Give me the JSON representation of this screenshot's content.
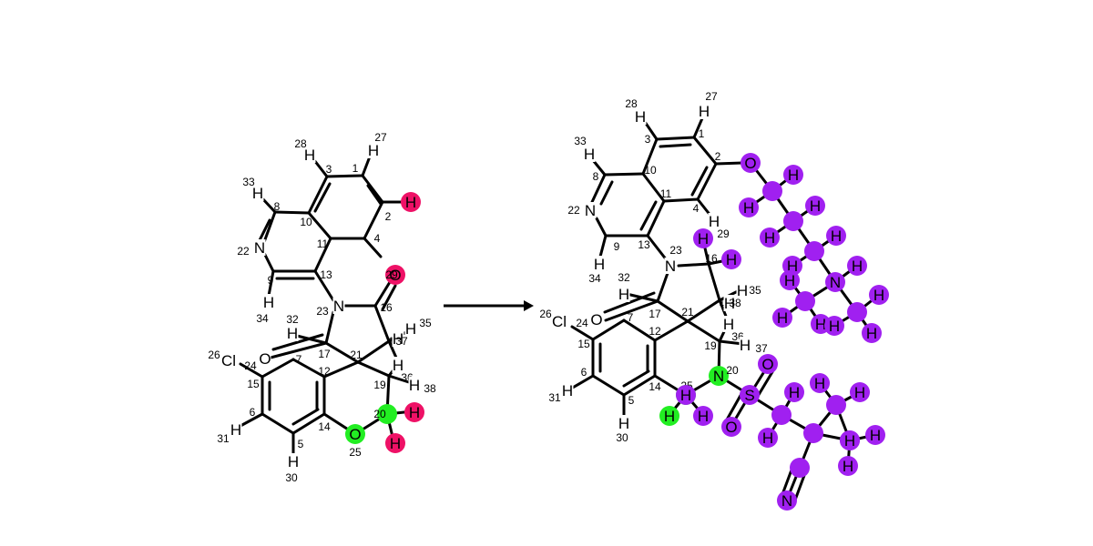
{
  "colors": {
    "mapped_atom": "#22ee22",
    "removed_atom": "#ee1166",
    "added_atom": "#a020f0",
    "bond": "#000000",
    "background": "#ffffff"
  },
  "reactant": {
    "atoms": [
      {
        "id": "r-C1",
        "symbol": "",
        "index": "1"
      },
      {
        "id": "r-C2",
        "symbol": "",
        "index": "2"
      },
      {
        "id": "r-C3",
        "symbol": "",
        "index": "3"
      },
      {
        "id": "r-C4",
        "symbol": "",
        "index": "4"
      },
      {
        "id": "r-C5",
        "symbol": "",
        "index": "5"
      },
      {
        "id": "r-C6",
        "symbol": "",
        "index": "6"
      },
      {
        "id": "r-C7",
        "symbol": "",
        "index": "7"
      },
      {
        "id": "r-C8",
        "symbol": "",
        "index": "8"
      },
      {
        "id": "r-C9",
        "symbol": "",
        "index": "9"
      },
      {
        "id": "r-C10",
        "symbol": "",
        "index": "10"
      },
      {
        "id": "r-C11",
        "symbol": "",
        "index": "11"
      },
      {
        "id": "r-C12",
        "symbol": "",
        "index": "12"
      },
      {
        "id": "r-C13",
        "symbol": "",
        "index": "13"
      },
      {
        "id": "r-C14",
        "symbol": "",
        "index": "14"
      },
      {
        "id": "r-C15",
        "symbol": "",
        "index": "15"
      },
      {
        "id": "r-C16",
        "symbol": "",
        "index": "16"
      },
      {
        "id": "r-C17",
        "symbol": "",
        "index": "17"
      },
      {
        "id": "r-C18",
        "symbol": "",
        "index": "18"
      },
      {
        "id": "r-C19",
        "symbol": "",
        "index": "19"
      },
      {
        "id": "r-C20",
        "symbol": "",
        "index": "20",
        "highlight": "mapped"
      },
      {
        "id": "r-C21",
        "symbol": "",
        "index": "21"
      },
      {
        "id": "r-N22",
        "symbol": "N",
        "index": "22"
      },
      {
        "id": "r-N23",
        "symbol": "N",
        "index": "23"
      },
      {
        "id": "r-C24",
        "symbol": "",
        "index": "24"
      },
      {
        "id": "r-O25",
        "symbol": "O",
        "index": "25",
        "highlight": "mapped"
      },
      {
        "id": "r-Cl26",
        "symbol": "Cl",
        "index": "26"
      },
      {
        "id": "r-H27",
        "symbol": "H",
        "index": "27"
      },
      {
        "id": "r-H28",
        "symbol": "H",
        "index": "28"
      },
      {
        "id": "r-H30",
        "symbol": "H",
        "index": "30"
      },
      {
        "id": "r-H31",
        "symbol": "H",
        "index": "31"
      },
      {
        "id": "r-H32",
        "symbol": "H",
        "index": "32"
      },
      {
        "id": "r-H33",
        "symbol": "H",
        "index": "33"
      },
      {
        "id": "r-H34",
        "symbol": "H",
        "index": "34"
      },
      {
        "id": "r-H35",
        "symbol": "H",
        "index": "35"
      },
      {
        "id": "r-H36",
        "symbol": "H",
        "index": "36"
      },
      {
        "id": "r-H37",
        "symbol": "H",
        "index": "37"
      },
      {
        "id": "r-H38",
        "symbol": "H",
        "index": "38"
      },
      {
        "id": "r-Hx1",
        "symbol": "H",
        "index": "",
        "highlight": "removed"
      },
      {
        "id": "r-Hx2",
        "symbol": "H",
        "index": "",
        "highlight": "removed"
      },
      {
        "id": "r-Hx3",
        "symbol": "H",
        "index": "",
        "highlight": "removed"
      },
      {
        "id": "r-Ox",
        "symbol": "O",
        "index": "29",
        "highlight": "removed"
      },
      {
        "id": "r-O7",
        "symbol": "O",
        "index": ""
      }
    ]
  },
  "arrow": {
    "label": ""
  },
  "product": {
    "atoms": [
      {
        "id": "p-C1",
        "symbol": "",
        "index": "1"
      },
      {
        "id": "p-C2",
        "symbol": "",
        "index": "2"
      },
      {
        "id": "p-C3",
        "symbol": "",
        "index": "3"
      },
      {
        "id": "p-C4",
        "symbol": "",
        "index": "4"
      },
      {
        "id": "p-C5",
        "symbol": "",
        "index": "5"
      },
      {
        "id": "p-C6",
        "symbol": "",
        "index": "6"
      },
      {
        "id": "p-C7",
        "symbol": "",
        "index": "7"
      },
      {
        "id": "p-C8",
        "symbol": "",
        "index": "8"
      },
      {
        "id": "p-C9",
        "symbol": "",
        "index": "9"
      },
      {
        "id": "p-C10",
        "symbol": "",
        "index": "10"
      },
      {
        "id": "p-C11",
        "symbol": "",
        "index": "11"
      },
      {
        "id": "p-C12",
        "symbol": "",
        "index": "12"
      },
      {
        "id": "p-C13",
        "symbol": "",
        "index": "13"
      },
      {
        "id": "p-C14",
        "symbol": "",
        "index": "14"
      },
      {
        "id": "p-C15",
        "symbol": "",
        "index": "15"
      },
      {
        "id": "p-C16",
        "symbol": "",
        "index": "16"
      },
      {
        "id": "p-C17",
        "symbol": "",
        "index": "17"
      },
      {
        "id": "p-C18",
        "symbol": "",
        "index": "18"
      },
      {
        "id": "p-C19",
        "symbol": "",
        "index": "19"
      },
      {
        "id": "p-N20",
        "symbol": "N",
        "index": "20",
        "highlight": "mapped"
      },
      {
        "id": "p-C21",
        "symbol": "",
        "index": "21"
      },
      {
        "id": "p-N22",
        "symbol": "N",
        "index": "22"
      },
      {
        "id": "p-N23",
        "symbol": "N",
        "index": "23"
      },
      {
        "id": "p-C24",
        "symbol": "",
        "index": "24"
      },
      {
        "id": "p-C25",
        "symbol": "",
        "index": "25",
        "highlight": "mapped"
      },
      {
        "id": "p-Cl26",
        "symbol": "Cl",
        "index": "26"
      },
      {
        "id": "p-H27",
        "symbol": "H",
        "index": "27"
      },
      {
        "id": "p-H28",
        "symbol": "H",
        "index": "28"
      },
      {
        "id": "p-H29",
        "symbol": "H",
        "index": "29"
      },
      {
        "id": "p-H30",
        "symbol": "H",
        "index": "30"
      },
      {
        "id": "p-H31",
        "symbol": "H",
        "index": "31"
      },
      {
        "id": "p-H32",
        "symbol": "H",
        "index": "32"
      },
      {
        "id": "p-H33",
        "symbol": "H",
        "index": "33"
      },
      {
        "id": "p-H34",
        "symbol": "H",
        "index": "34"
      },
      {
        "id": "p-H35",
        "symbol": "H",
        "index": "35"
      },
      {
        "id": "p-H36",
        "symbol": "H",
        "index": "36"
      },
      {
        "id": "p-H37",
        "symbol": "H",
        "index": "37"
      },
      {
        "id": "p-H38",
        "symbol": "H",
        "index": "38"
      },
      {
        "id": "p-O7",
        "symbol": "O",
        "index": ""
      },
      {
        "id": "p-O2",
        "symbol": "O",
        "index": "",
        "highlight": "added"
      },
      {
        "id": "p-S",
        "symbol": "S",
        "index": "",
        "highlight": "added"
      },
      {
        "id": "p-SO1",
        "symbol": "O",
        "index": "",
        "highlight": "added"
      },
      {
        "id": "p-SO2",
        "symbol": "O",
        "index": "",
        "highlight": "added"
      },
      {
        "id": "p-Nnit",
        "symbol": "N",
        "index": "",
        "highlight": "added"
      },
      {
        "id": "p-Nam",
        "symbol": "N",
        "index": "",
        "highlight": "added"
      },
      {
        "id": "p-Cnit",
        "symbol": "",
        "index": "",
        "highlight": "added"
      },
      {
        "id": "p-Cq",
        "symbol": "",
        "index": "",
        "highlight": "added"
      },
      {
        "id": "p-Ccp1",
        "symbol": "",
        "index": "",
        "highlight": "added"
      },
      {
        "id": "p-Ccp2",
        "symbol": "",
        "index": "",
        "highlight": "added"
      },
      {
        "id": "p-Cch2",
        "symbol": "",
        "index": "",
        "highlight": "added"
      },
      {
        "id": "p-Ca1",
        "symbol": "",
        "index": "",
        "highlight": "added"
      },
      {
        "id": "p-Ca2",
        "symbol": "",
        "index": "",
        "highlight": "added"
      },
      {
        "id": "p-Ca3",
        "symbol": "",
        "index": "",
        "highlight": "added"
      },
      {
        "id": "p-Cm1",
        "symbol": "",
        "index": "",
        "highlight": "added"
      },
      {
        "id": "p-Cm2",
        "symbol": "",
        "index": "",
        "highlight": "added"
      },
      {
        "id": "p-Ha1",
        "symbol": "H",
        "index": "",
        "highlight": "added"
      },
      {
        "id": "p-Ha2",
        "symbol": "H",
        "index": "",
        "highlight": "added"
      },
      {
        "id": "p-Ha3",
        "symbol": "H",
        "index": "",
        "highlight": "added"
      },
      {
        "id": "p-Ha4",
        "symbol": "H",
        "index": "",
        "highlight": "added"
      },
      {
        "id": "p-Ha5",
        "symbol": "H",
        "index": "",
        "highlight": "added"
      },
      {
        "id": "p-Ha6",
        "symbol": "H",
        "index": "",
        "highlight": "added"
      },
      {
        "id": "p-Ha7",
        "symbol": "H",
        "index": "",
        "highlight": "added"
      },
      {
        "id": "p-Ha8",
        "symbol": "H",
        "index": "",
        "highlight": "added"
      },
      {
        "id": "p-Ha9",
        "symbol": "H",
        "index": "",
        "highlight": "added"
      },
      {
        "id": "p-Ha10",
        "symbol": "H",
        "index": "",
        "highlight": "added"
      },
      {
        "id": "p-Ha11",
        "symbol": "H",
        "index": "",
        "highlight": "added"
      },
      {
        "id": "p-Ha12",
        "symbol": "H",
        "index": "",
        "highlight": "added"
      },
      {
        "id": "p-Ha13",
        "symbol": "H",
        "index": "",
        "highlight": "added"
      },
      {
        "id": "p-Hc1",
        "symbol": "H",
        "index": "",
        "highlight": "added"
      },
      {
        "id": "p-Hc2",
        "symbol": "H",
        "index": "",
        "highlight": "added"
      },
      {
        "id": "p-Hc3",
        "symbol": "H",
        "index": "",
        "highlight": "added"
      },
      {
        "id": "p-Hc4",
        "symbol": "H",
        "index": "",
        "highlight": "added"
      },
      {
        "id": "p-Hc5",
        "symbol": "H",
        "index": "",
        "highlight": "added"
      },
      {
        "id": "p-Hc6",
        "symbol": "H",
        "index": "",
        "highlight": "added"
      },
      {
        "id": "p-Hc7",
        "symbol": "H",
        "index": "",
        "highlight": "added"
      },
      {
        "id": "p-Hm1",
        "symbol": "H",
        "index": "",
        "highlight": "mapped"
      },
      {
        "id": "p-Hm2",
        "symbol": "H",
        "index": "",
        "highlight": "added"
      },
      {
        "id": "p-Hm3",
        "symbol": "H",
        "index": "",
        "highlight": "added"
      },
      {
        "id": "p-H16a",
        "symbol": "H",
        "index": "",
        "highlight": "added"
      },
      {
        "id": "p-H16b",
        "symbol": "H",
        "index": "",
        "highlight": "added"
      }
    ]
  }
}
